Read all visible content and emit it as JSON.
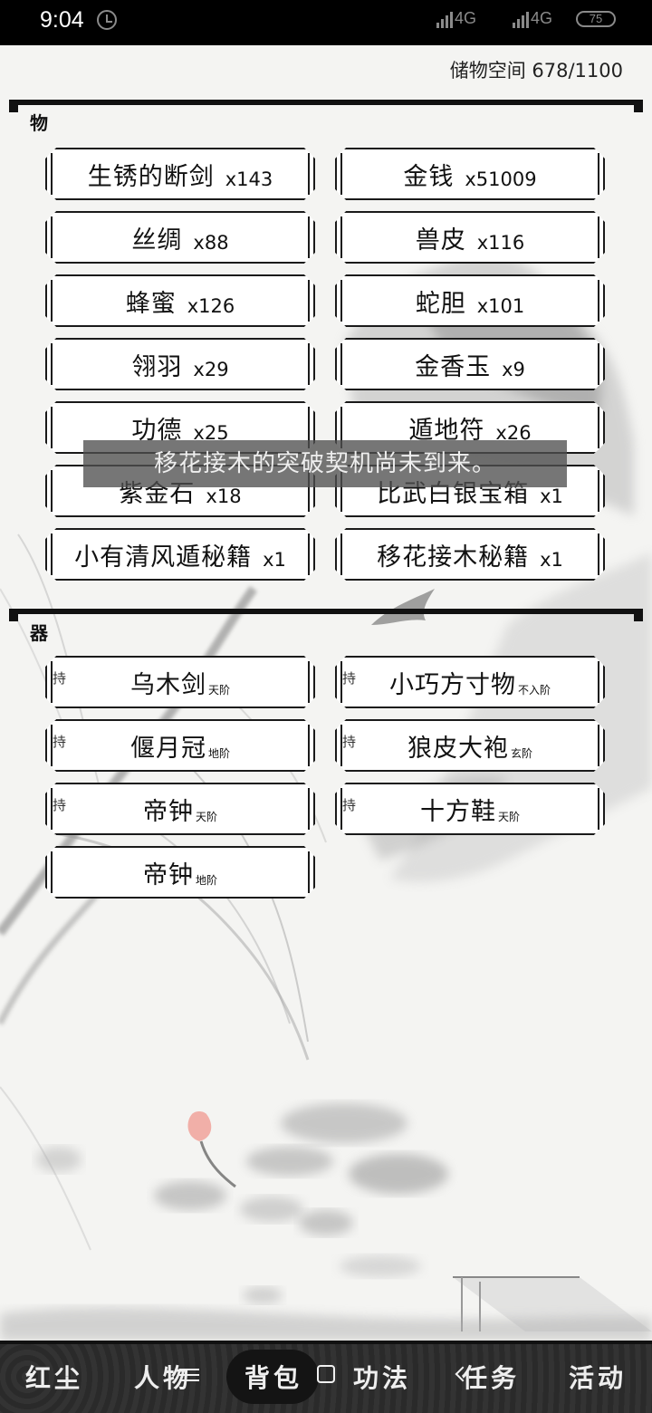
{
  "status_bar": {
    "time": "9:04",
    "net1": "4G",
    "net2": "4G",
    "battery": "75"
  },
  "storage": {
    "label": "储物空间",
    "value": "678/1100"
  },
  "sections": {
    "items_label": "物",
    "equipment_label": "器"
  },
  "items": [
    {
      "name": "生锈的断剑",
      "count": "x143"
    },
    {
      "name": "金钱",
      "count": "x51009"
    },
    {
      "name": "丝绸",
      "count": "x88"
    },
    {
      "name": "兽皮",
      "count": "x116"
    },
    {
      "name": "蜂蜜",
      "count": "x126"
    },
    {
      "name": "蛇胆",
      "count": "x101"
    },
    {
      "name": "翎羽",
      "count": "x29"
    },
    {
      "name": "金香玉",
      "count": "x9"
    },
    {
      "name": "功德",
      "count": "x25"
    },
    {
      "name": "遁地符",
      "count": "x26"
    },
    {
      "name": "紫金石",
      "count": "x18"
    },
    {
      "name": "比武白银宝箱",
      "count": "x1"
    },
    {
      "name": "小有清风遁秘籍",
      "count": "x1"
    },
    {
      "name": "移花接木秘籍",
      "count": "x1"
    }
  ],
  "equipment": [
    {
      "held": "持",
      "name": "乌木剑",
      "grade": "天阶"
    },
    {
      "held": "持",
      "name": "小巧方寸物",
      "grade": "不入阶"
    },
    {
      "held": "持",
      "name": "偃月冠",
      "grade": "地阶"
    },
    {
      "held": "持",
      "name": "狼皮大袍",
      "grade": "玄阶"
    },
    {
      "held": "持",
      "name": "帝钟",
      "grade": "天阶"
    },
    {
      "held": "持",
      "name": "十方鞋",
      "grade": "天阶"
    },
    {
      "held": "",
      "name": "帝钟",
      "grade": "地阶"
    }
  ],
  "toast": "移花接木的突破契机尚未到来。",
  "nav": {
    "items": [
      "红尘",
      "人物",
      "背包",
      "功法",
      "任务",
      "活动"
    ],
    "active": "背包"
  },
  "colors": {
    "background": "#f4f4f2",
    "border": "#1a1a1a",
    "nav_bg": "#2a2a2a"
  }
}
